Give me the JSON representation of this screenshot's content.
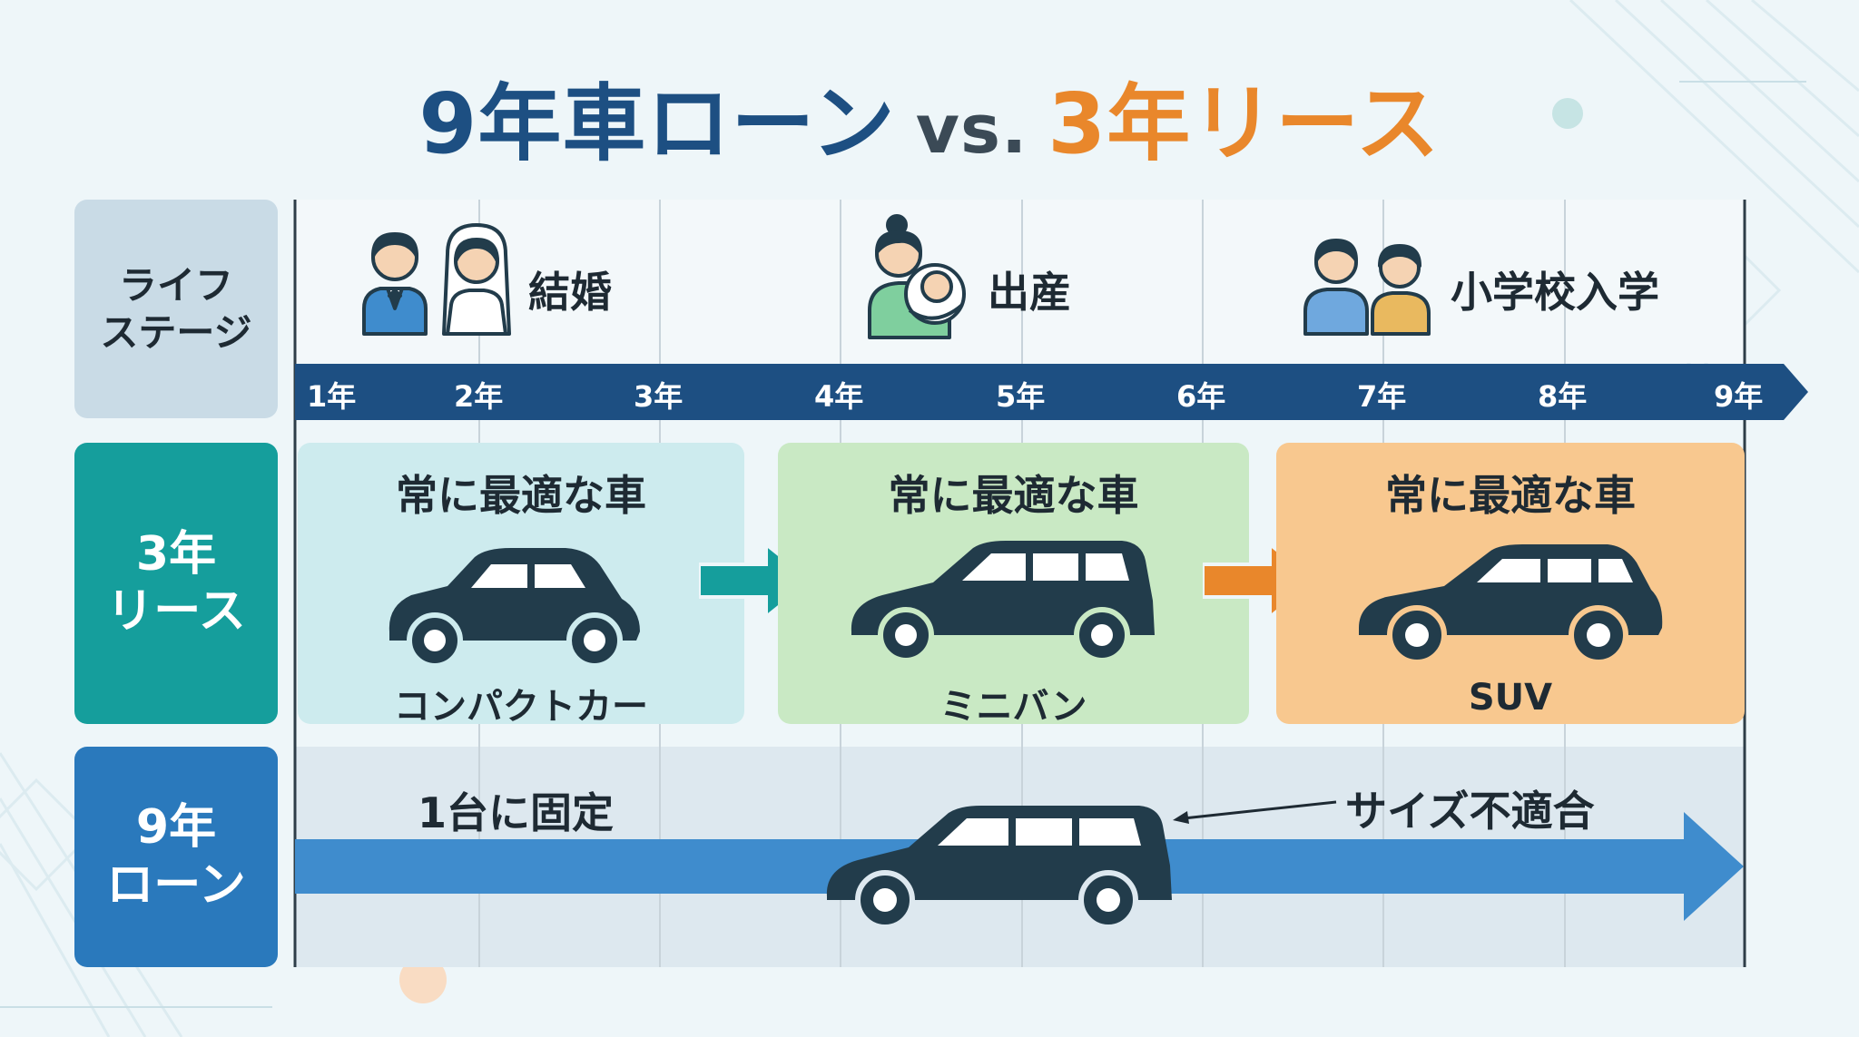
{
  "title": {
    "part1": "9年車ローン",
    "vs": "vs.",
    "part2": "3年リース"
  },
  "row_labels": {
    "life_stage": "ライフ\nステージ",
    "lease": "3年\nリース",
    "loan": "9年\nローン"
  },
  "life_events": {
    "marriage": "結婚",
    "birth": "出産",
    "school_entry": "小学校入学"
  },
  "timeline": {
    "years": [
      "1年",
      "2年",
      "3年",
      "4年",
      "5年",
      "6年",
      "7年",
      "8年",
      "9年"
    ]
  },
  "lease_cards": [
    {
      "title": "常に最適な車",
      "car": "コンパクトカー",
      "color": "#cdebee"
    },
    {
      "title": "常に最適な車",
      "car": "ミニバン",
      "color": "#c9e9c4"
    },
    {
      "title": "常に最適な車",
      "car": "SUV",
      "color": "#f8c88f"
    }
  ],
  "loan_row": {
    "fixed_label": "1台に固定",
    "mismatch_label": "サイズ不適合"
  },
  "colors": {
    "navy": "#1d4f82",
    "teal": "#159e9c",
    "orange": "#e9872b",
    "loan_blue": "#3f8ccd",
    "car_dark": "#223c4b"
  },
  "icons": {
    "marriage": "bride-and-groom-icon",
    "birth": "mother-with-baby-icon",
    "school_entry": "two-children-icon",
    "vehicle": "car-icon"
  }
}
